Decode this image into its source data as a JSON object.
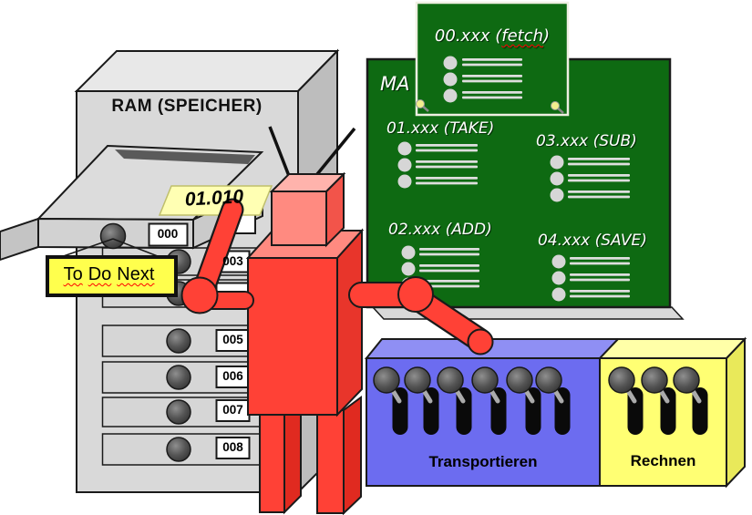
{
  "palette": {
    "board_green": "#0E6A12",
    "cabinet_gray": "#D9D9D9",
    "robot_red": "#FF4136",
    "panel_blue": "#6C6CF0",
    "panel_yellow": "#FFFF73",
    "note_yellow": "#FFFF4D",
    "slip_yellow": "#FFFFB3"
  },
  "ram_cabinet": {
    "title": "RAM (SPEICHER)",
    "open_drawer_label": "000",
    "drawer_labels": {
      "d003": "003",
      "d005": "005",
      "d006": "006",
      "d007": "007",
      "d008": "008"
    },
    "todo_note": {
      "word1": "To",
      "word2": "Do",
      "word3": "Next"
    },
    "address_slip": "01.010"
  },
  "microcode_board": {
    "partial_heading": "MA",
    "fetch_card": {
      "prefix": "00.xxx (",
      "keyword": "fetch",
      "suffix": ")"
    },
    "sections": {
      "take": "01.xxx (TAKE)",
      "sub": "03.xxx (SUB)",
      "add": "02.xxx (ADD)",
      "save": "04.xxx (SAVE)"
    }
  },
  "control_panels": {
    "transport_label": "Transportieren",
    "transport_switches": 6,
    "compute_label": "Rechnen",
    "compute_switches": 3
  }
}
